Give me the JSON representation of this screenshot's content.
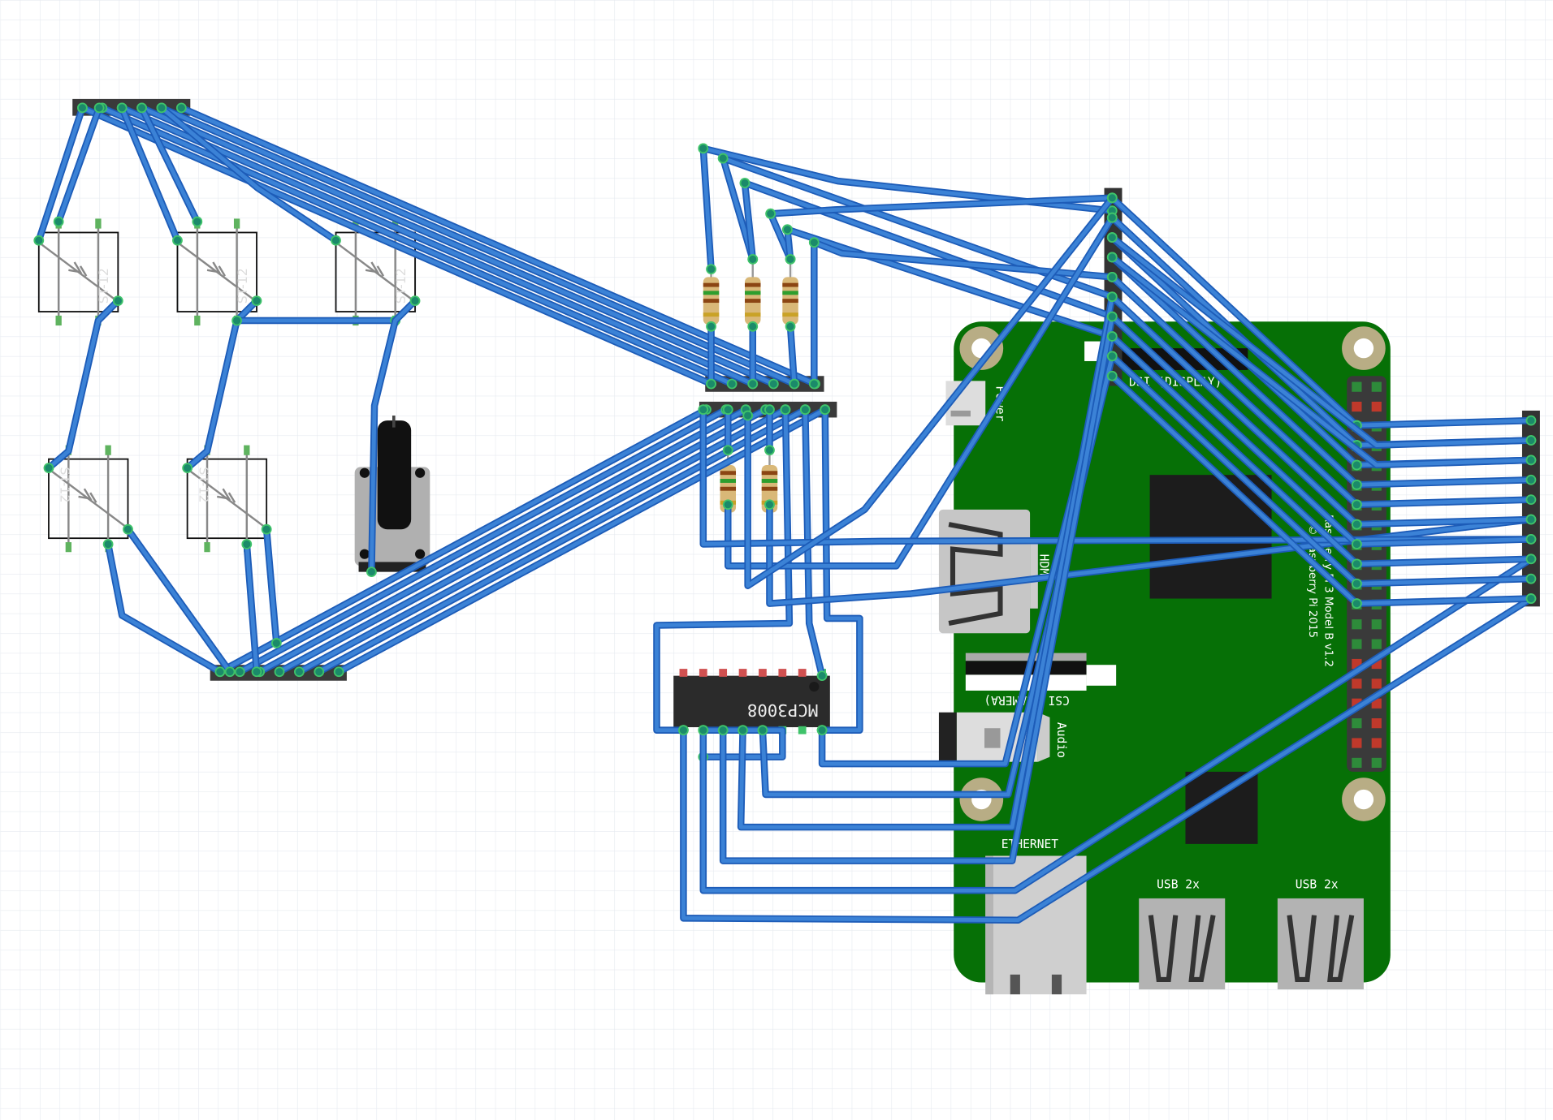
{
  "canvas": {
    "background": "#ffffff",
    "grid_color": "#e6eaf0"
  },
  "colors": {
    "pcb": "#067006",
    "wire": "#3b82d6",
    "wire_edge": "#1d5cb8",
    "pin_end": "#3fc36a"
  },
  "board": {
    "model_label": "Raspberry Pi 3 Model B v1.2",
    "copyright_label": "© Raspberry Pi 2015",
    "power_label": "Power",
    "hdmi_label": "HDMI",
    "dsi_label": "DSI (DISPLAY)",
    "csi_label": "CSI (CAMERA)",
    "audio_label": "Audio",
    "ethernet_label": "ETHERNET",
    "usb_labels": [
      "USB 2x",
      "USB 2x"
    ]
  },
  "adc_chip": {
    "label": "MCP3008"
  },
  "switches": [
    {
      "label": "ST-12"
    },
    {
      "label": "ST-12"
    },
    {
      "label": "ST-12"
    },
    {
      "label": "ST-12"
    },
    {
      "label": "ST-12"
    }
  ]
}
